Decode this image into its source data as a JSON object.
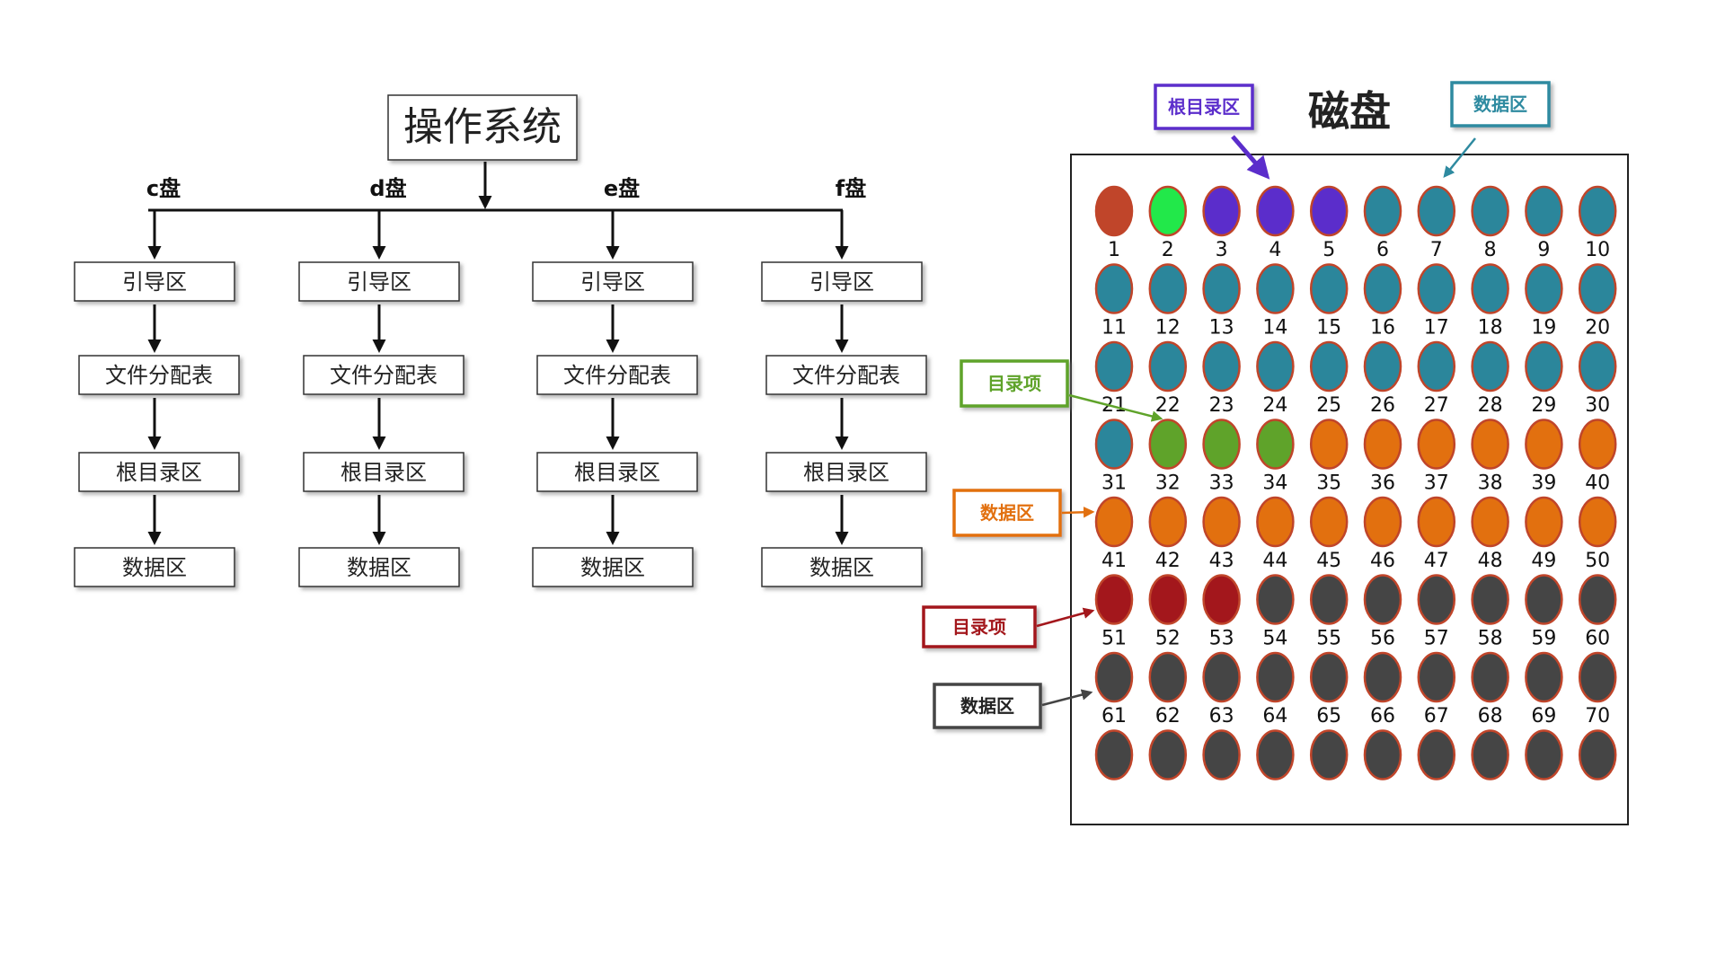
{
  "os_title": "操作系统",
  "disk_title": "磁盘",
  "drives": [
    {
      "label": "c盘",
      "steps": [
        "引导区",
        "文件分配表",
        "根目录区",
        "数据区"
      ]
    },
    {
      "label": "d盘",
      "steps": [
        "引导区",
        "文件分配表",
        "根目录区",
        "数据区"
      ]
    },
    {
      "label": "e盘",
      "steps": [
        "引导区",
        "文件分配表",
        "根目录区",
        "数据区"
      ]
    },
    {
      "label": "f盘",
      "steps": [
        "引导区",
        "文件分配表",
        "根目录区",
        "数据区"
      ]
    }
  ],
  "callouts": [
    {
      "label": "根目录区",
      "color": "#5b2dcb"
    },
    {
      "label": "数据区",
      "color": "#2e8aa0"
    },
    {
      "label": "目录项",
      "color": "#5fa32a"
    },
    {
      "label": "数据区",
      "color": "#e2700f"
    },
    {
      "label": "目录项",
      "color": "#a3171c"
    },
    {
      "label": "数据区",
      "color": "#444444"
    }
  ],
  "legend_colors": {
    "boot": "#c0452a",
    "fat": "#22e84a",
    "root": "#5b2dcb",
    "data_teal": "#2b869b",
    "dir_green": "#5fa32a",
    "data_orange": "#e2700f",
    "dir_red": "#a3171c",
    "data_gray": "#454545",
    "outline": "#c0452a"
  },
  "cells": [
    {
      "n": "1",
      "c": "boot"
    },
    {
      "n": "2",
      "c": "fat"
    },
    {
      "n": "3",
      "c": "root"
    },
    {
      "n": "4",
      "c": "root"
    },
    {
      "n": "5",
      "c": "root"
    },
    {
      "n": "6",
      "c": "data_teal"
    },
    {
      "n": "7",
      "c": "data_teal"
    },
    {
      "n": "8",
      "c": "data_teal"
    },
    {
      "n": "9",
      "c": "data_teal"
    },
    {
      "n": "10",
      "c": "data_teal"
    },
    {
      "n": "11",
      "c": "data_teal"
    },
    {
      "n": "12",
      "c": "data_teal"
    },
    {
      "n": "13",
      "c": "data_teal"
    },
    {
      "n": "14",
      "c": "data_teal"
    },
    {
      "n": "15",
      "c": "data_teal"
    },
    {
      "n": "16",
      "c": "data_teal"
    },
    {
      "n": "17",
      "c": "data_teal"
    },
    {
      "n": "18",
      "c": "data_teal"
    },
    {
      "n": "19",
      "c": "data_teal"
    },
    {
      "n": "20",
      "c": "data_teal"
    },
    {
      "n": "21",
      "c": "data_teal"
    },
    {
      "n": "22",
      "c": "data_teal"
    },
    {
      "n": "23",
      "c": "data_teal"
    },
    {
      "n": "24",
      "c": "data_teal"
    },
    {
      "n": "25",
      "c": "data_teal"
    },
    {
      "n": "26",
      "c": "data_teal"
    },
    {
      "n": "27",
      "c": "data_teal"
    },
    {
      "n": "28",
      "c": "data_teal"
    },
    {
      "n": "29",
      "c": "data_teal"
    },
    {
      "n": "30",
      "c": "data_teal"
    },
    {
      "n": "31",
      "c": "data_teal"
    },
    {
      "n": "32",
      "c": "dir_green"
    },
    {
      "n": "33",
      "c": "dir_green"
    },
    {
      "n": "34",
      "c": "dir_green"
    },
    {
      "n": "35",
      "c": "data_orange"
    },
    {
      "n": "36",
      "c": "data_orange"
    },
    {
      "n": "37",
      "c": "data_orange"
    },
    {
      "n": "38",
      "c": "data_orange"
    },
    {
      "n": "39",
      "c": "data_orange"
    },
    {
      "n": "40",
      "c": "data_orange"
    },
    {
      "n": "41",
      "c": "data_orange"
    },
    {
      "n": "42",
      "c": "data_orange"
    },
    {
      "n": "43",
      "c": "data_orange"
    },
    {
      "n": "44",
      "c": "data_orange"
    },
    {
      "n": "45",
      "c": "data_orange"
    },
    {
      "n": "46",
      "c": "data_orange"
    },
    {
      "n": "47",
      "c": "data_orange"
    },
    {
      "n": "48",
      "c": "data_orange"
    },
    {
      "n": "49",
      "c": "data_orange"
    },
    {
      "n": "50",
      "c": "data_orange"
    },
    {
      "n": "51",
      "c": "dir_red"
    },
    {
      "n": "52",
      "c": "dir_red"
    },
    {
      "n": "53",
      "c": "dir_red"
    },
    {
      "n": "54",
      "c": "data_gray"
    },
    {
      "n": "55",
      "c": "data_gray"
    },
    {
      "n": "56",
      "c": "data_gray"
    },
    {
      "n": "57",
      "c": "data_gray"
    },
    {
      "n": "58",
      "c": "data_gray"
    },
    {
      "n": "59",
      "c": "data_gray"
    },
    {
      "n": "60",
      "c": "data_gray"
    },
    {
      "n": "61",
      "c": "data_gray"
    },
    {
      "n": "62",
      "c": "data_gray"
    },
    {
      "n": "63",
      "c": "data_gray"
    },
    {
      "n": "64",
      "c": "data_gray"
    },
    {
      "n": "65",
      "c": "data_gray"
    },
    {
      "n": "66",
      "c": "data_gray"
    },
    {
      "n": "67",
      "c": "data_gray"
    },
    {
      "n": "68",
      "c": "data_gray"
    },
    {
      "n": "69",
      "c": "data_gray"
    },
    {
      "n": "70",
      "c": "data_gray"
    },
    {
      "n": "",
      "c": "data_gray"
    },
    {
      "n": "",
      "c": "data_gray"
    },
    {
      "n": "",
      "c": "data_gray"
    },
    {
      "n": "",
      "c": "data_gray"
    },
    {
      "n": "",
      "c": "data_gray"
    },
    {
      "n": "",
      "c": "data_gray"
    },
    {
      "n": "",
      "c": "data_gray"
    },
    {
      "n": "",
      "c": "data_gray"
    },
    {
      "n": "",
      "c": "data_gray"
    },
    {
      "n": "",
      "c": "data_gray"
    }
  ]
}
